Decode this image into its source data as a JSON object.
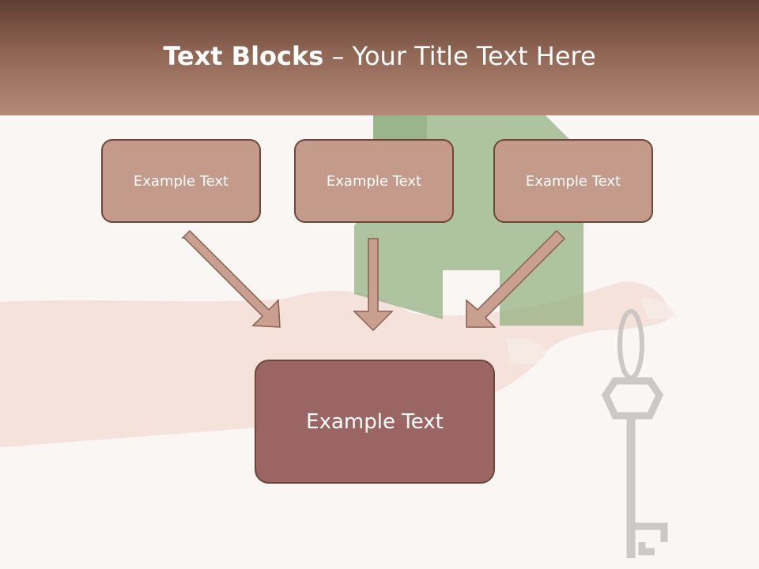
{
  "slide": {
    "title_bold": "Text Blocks",
    "title_dash": " – ",
    "title_rest": "Your Title Text Here"
  },
  "boxes": {
    "top_left": "Example Text",
    "top_center": "Example Text",
    "top_right": "Example Text",
    "main": "Example Text"
  },
  "colors": {
    "header_dark": "#5f3d31",
    "header_light": "#b58a76",
    "box_fill": "#c49a8a",
    "main_box_fill": "#9a6563",
    "box_border": "#6e463b",
    "arrow_fill": "#c9a090",
    "house_green": "#7d9e6b"
  },
  "icons": [
    "house-icon",
    "key-icon",
    "hand-icon"
  ]
}
